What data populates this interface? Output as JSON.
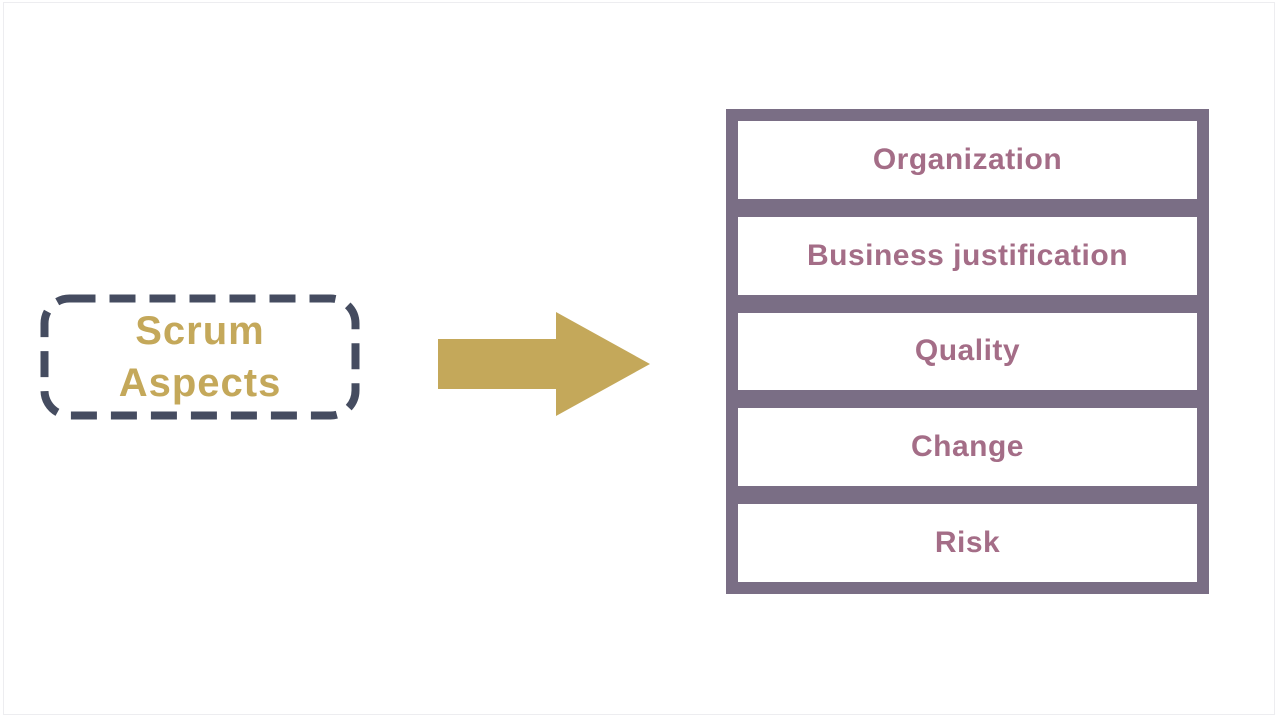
{
  "diagram": {
    "source": {
      "label": "Scrum\nAspects"
    },
    "aspects": [
      {
        "label": "Organization"
      },
      {
        "label": "Business justification"
      },
      {
        "label": "Quality"
      },
      {
        "label": "Change"
      },
      {
        "label": "Risk"
      }
    ],
    "colors": {
      "gold": "#c4a85a",
      "slate": "#454c60",
      "purple": "#7a6e85",
      "mauve": "#a46d87"
    }
  }
}
